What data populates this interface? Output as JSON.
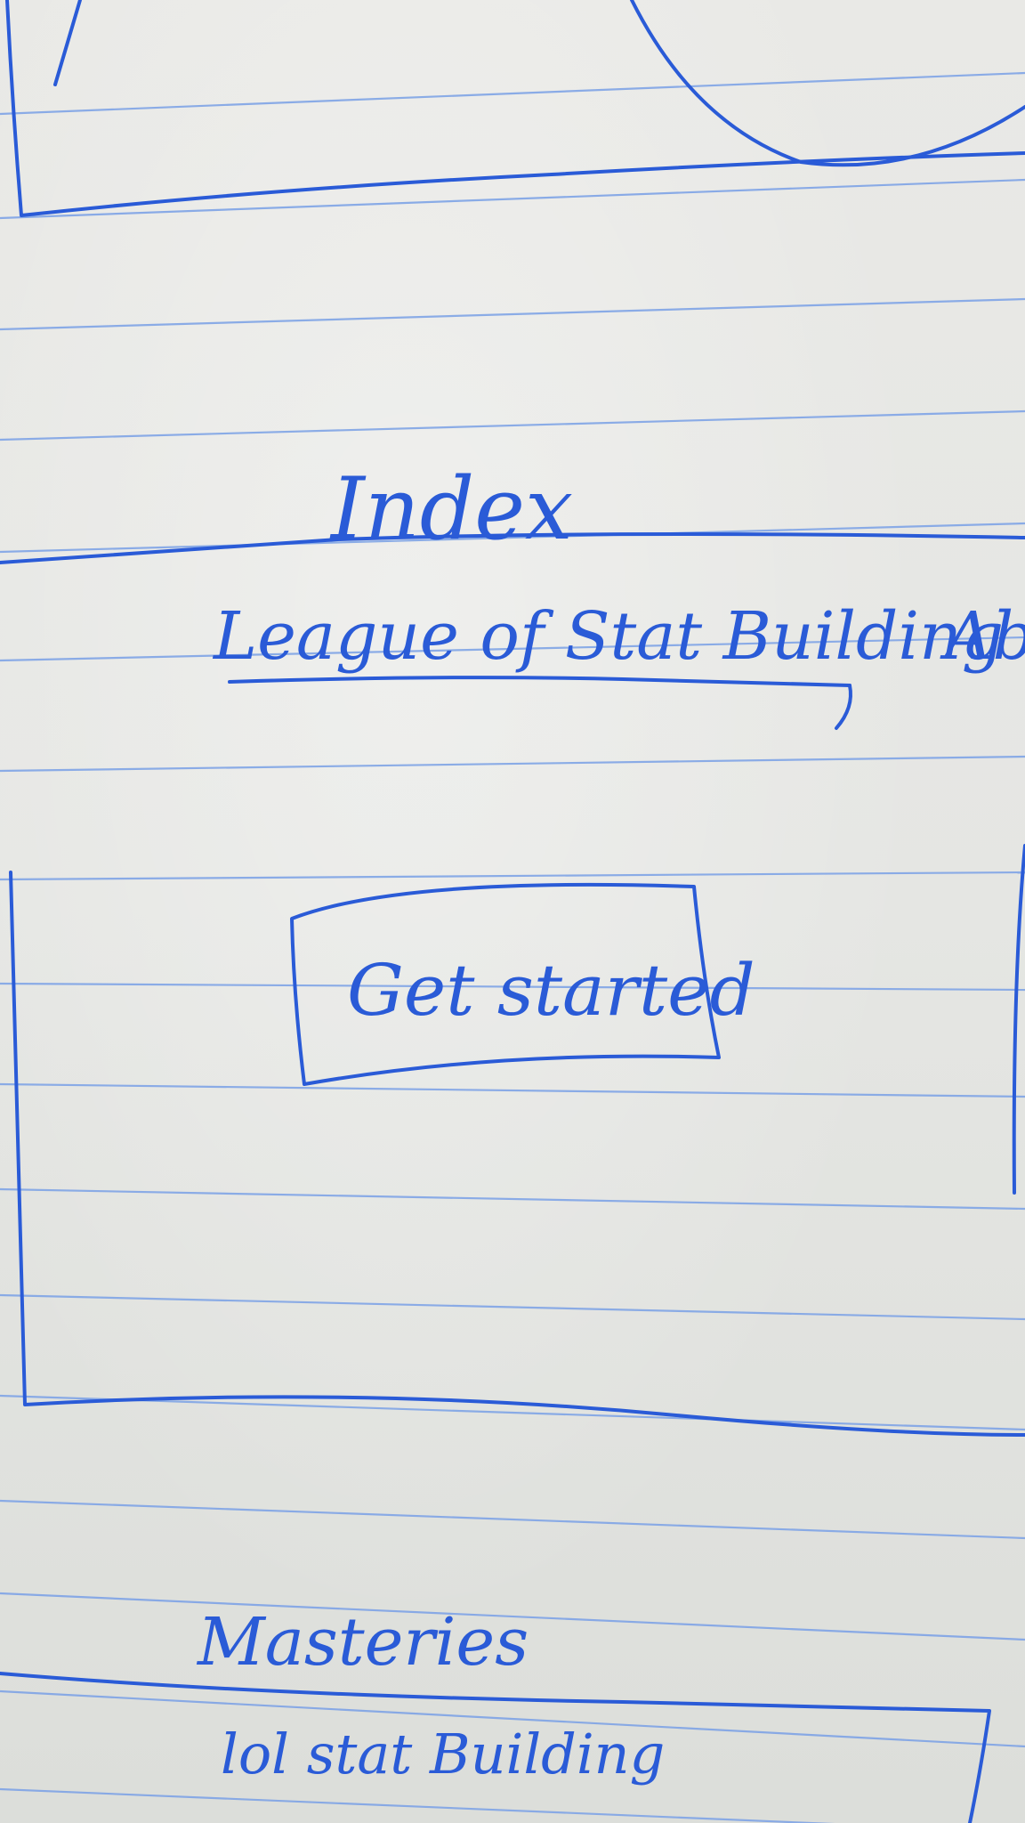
{
  "colors": {
    "ink": "#2a5bd7",
    "rule": "#7fa4e6",
    "paper": "#e6e6e3"
  },
  "index_page": {
    "title": "Index",
    "nav": {
      "brand": "League of Stat Building",
      "extra": "Abo"
    },
    "hero": {
      "button_label": "Get started"
    }
  },
  "masteries_page": {
    "title": "Masteries",
    "nav": {
      "brand": "lol stat Building"
    }
  }
}
